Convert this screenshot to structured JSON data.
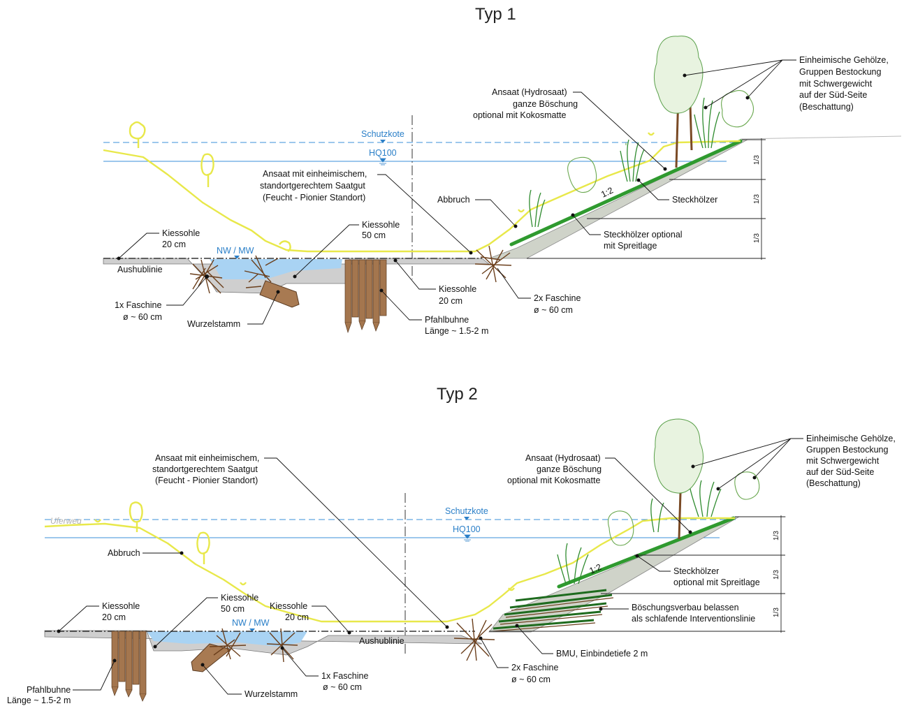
{
  "diagram_1": {
    "title": "Typ 1",
    "labels": {
      "schutzkote": "Schutzkote",
      "hq100": "HQ100",
      "nw_mw": "NW / MW",
      "kiessohle_left_1": "Kiessohle",
      "kiessohle_left_2": "20 cm",
      "aushublinie": "Aushublinie",
      "faschine1_1": "1x Faschine",
      "faschine1_2": "ø ~ 60 cm",
      "wurzelstamm": "Wurzelstamm",
      "ansaat_1": "Ansaat mit einheimischem,",
      "ansaat_2": "standortgerechtem Saatgut",
      "ansaat_3": "(Feucht - Pionier Standort)",
      "kiessohle_mid_1": "Kiessohle",
      "kiessohle_mid_2": "50 cm",
      "kiessohle_right_1": "Kiessohle",
      "kiessohle_right_2": "20 cm",
      "pfahlbuhne_1": "Pfahlbuhne",
      "pfahlbuhne_2": "Länge ~ 1.5-2 m",
      "abbruch": "Abbruch",
      "faschine2_1": "2x Faschine",
      "faschine2_2": "ø ~ 60 cm",
      "hydrosaat_1": "Ansaat (Hydrosaat)",
      "hydrosaat_2": "ganze Böschung",
      "hydrosaat_3": "optional mit Kokosmatte",
      "gehoelze_1": "Einheimische Gehölze,",
      "gehoelze_2": "Gruppen Bestockung",
      "gehoelze_3": "mit Schwergewicht",
      "gehoelze_4": "auf der Süd-Seite",
      "gehoelze_5": "(Beschattung)",
      "steckhoelzer": "Steckhölzer",
      "steckopt_1": "Steckhölzer optional",
      "steckopt_2": "mit Spreitlage",
      "slope_ratio": "1:2",
      "third": "1/3"
    }
  },
  "diagram_2": {
    "title": "Typ 2",
    "labels": {
      "uferweg": "Uferweg",
      "schutzkote": "Schutzkote",
      "hq100": "HQ100",
      "nw_mw": "NW / MW",
      "ansaat_1": "Ansaat mit einheimischem,",
      "ansaat_2": "standortgerechtem Saatgut",
      "ansaat_3": "(Feucht - Pionier Standort)",
      "abbruch": "Abbruch",
      "kiessohle_left_1": "Kiessohle",
      "kiessohle_left_2": "20 cm",
      "kiessohle_mid_1": "Kiessohle",
      "kiessohle_mid_2": "50 cm",
      "kiessohle_right_1": "Kiessohle",
      "kiessohle_right_2": "20 cm",
      "aushublinie": "Aushublinie",
      "pfahlbuhne_1": "Pfahlbuhne",
      "pfahlbuhne_2": "Länge ~ 1.5-2 m",
      "wurzelstamm": "Wurzelstamm",
      "faschine1_1": "1x Faschine",
      "faschine1_2": "ø ~ 60 cm",
      "faschine2_1": "2x Faschine",
      "faschine2_2": "ø ~ 60 cm",
      "bmu": "BMU, Einbindetiefe 2 m",
      "boeschungsverbau_1": "Böschungsverbau belassen",
      "boeschungsverbau_2": "als schlafende Interventionslinie",
      "steckhoelzer_1": "Steckhölzer",
      "steckhoelzer_2": "optional mit Spreitlage",
      "hydrosaat_1": "Ansaat (Hydrosaat)",
      "hydrosaat_2": "ganze Böschung",
      "hydrosaat_3": "optional mit Kokosmatte",
      "gehoelze_1": "Einheimische Gehölze,",
      "gehoelze_2": "Gruppen Bestockung",
      "gehoelze_3": "mit Schwergewicht",
      "gehoelze_4": "auf der Süd-Seite",
      "gehoelze_5": "(Beschattung)",
      "slope_ratio": "1:2",
      "third": "1/3"
    }
  }
}
